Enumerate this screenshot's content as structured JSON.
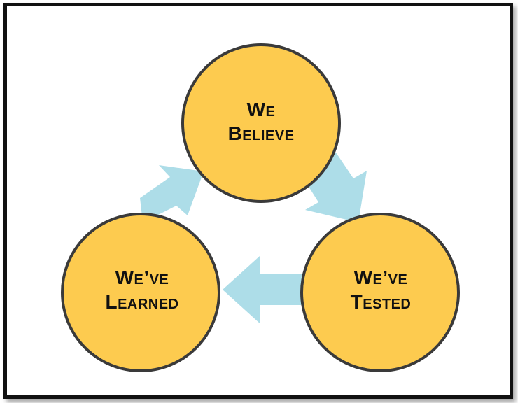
{
  "diagram": {
    "colors": {
      "node_fill": "#FDCB4F",
      "node_stroke": "#3a3a3a",
      "arrow_fill": "#ADDDE8",
      "frame_border": "#111111"
    },
    "nodes": {
      "believe": {
        "line1": "We",
        "line2": "Believe"
      },
      "tested": {
        "line1": "We’ve",
        "line2": "Tested"
      },
      "learned": {
        "line1": "We’ve",
        "line2": "Learned"
      }
    },
    "edges": [
      {
        "from": "believe",
        "to": "tested"
      },
      {
        "from": "tested",
        "to": "learned"
      },
      {
        "from": "learned",
        "to": "believe"
      }
    ]
  }
}
